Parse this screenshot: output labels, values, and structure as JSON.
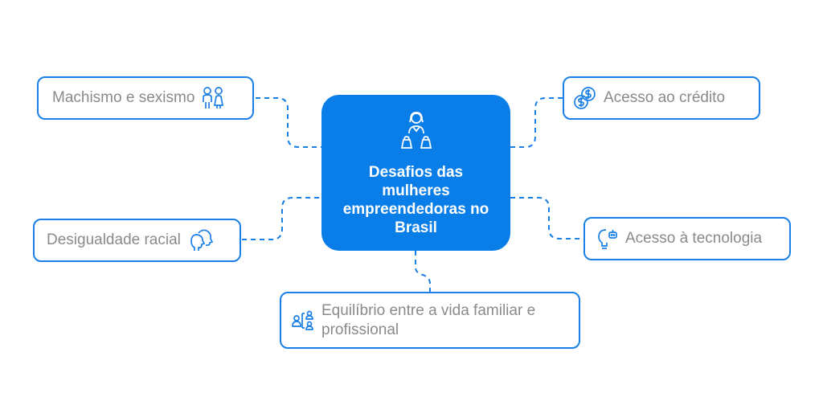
{
  "center": {
    "title": "Desafios das mulheres empreendedoras no Brasil"
  },
  "nodes": {
    "machismo": "Machismo e sexismo",
    "desigualdade": "Desigualdade racial",
    "credito": "Acesso ao crédito",
    "tecnologia": "Acesso à tecnologia",
    "equilibrio": "Equilíbrio entre a vida familiar e profissional"
  },
  "colors": {
    "accent": "#0a7ee8",
    "text": "#8a8a8a"
  }
}
